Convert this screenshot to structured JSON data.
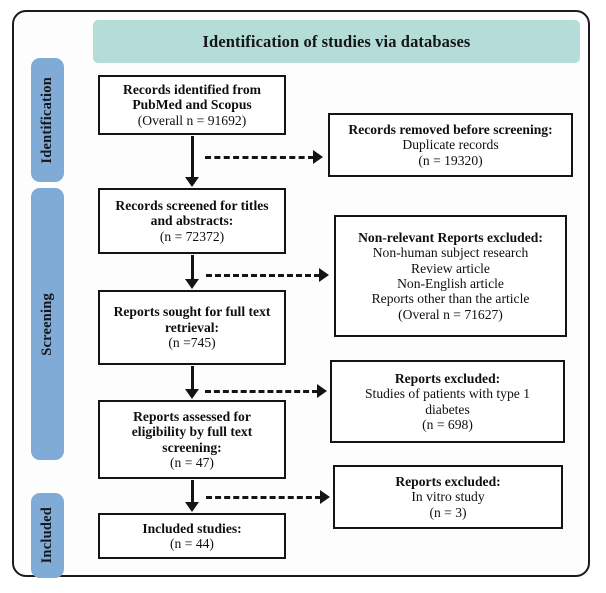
{
  "figure": {
    "type": "prisma-flow-diagram",
    "banner_title": "Identification of studies via databases",
    "colors": {
      "banner": "#b5ddd8",
      "stage_tab": "#7fabd6",
      "box_border": "#141418",
      "frame_border": "#1b1b1f",
      "text": "#0f0f13",
      "background": "#ffffff"
    }
  },
  "stages": [
    {
      "id": "identification",
      "label": "Identification"
    },
    {
      "id": "screening",
      "label": "Screening"
    },
    {
      "id": "included",
      "label": "Included"
    }
  ],
  "flow": {
    "left": [
      {
        "id": "records-identified",
        "lines": [
          {
            "text": "Records identified from",
            "bold": true
          },
          {
            "text": "PubMed and Scopus",
            "bold": true
          },
          {
            "text": "(Overall n = 91692)",
            "bold": false
          }
        ]
      },
      {
        "id": "records-screened",
        "lines": [
          {
            "text": "Records screened for titles",
            "bold": true
          },
          {
            "text": "and abstracts:",
            "bold": true
          },
          {
            "text": "(n = 72372)",
            "bold": false
          }
        ]
      },
      {
        "id": "reports-sought",
        "lines": [
          {
            "text": "Reports sought for full text",
            "bold": true
          },
          {
            "text": "retrieval:",
            "bold": true
          },
          {
            "text": "(n =745)",
            "bold": false
          }
        ]
      },
      {
        "id": "reports-assessed",
        "lines": [
          {
            "text": "Reports assessed for",
            "bold": true
          },
          {
            "text": "eligibility by full text",
            "bold": true
          },
          {
            "text": "screening:",
            "bold": true
          },
          {
            "text": "(n = 47)",
            "bold": false
          }
        ]
      },
      {
        "id": "included-studies",
        "lines": [
          {
            "text": "Included studies:",
            "bold": true
          },
          {
            "text": "(n = 44)",
            "bold": false
          }
        ]
      }
    ],
    "right": [
      {
        "id": "records-removed",
        "lines": [
          {
            "text": "Records removed before screening:",
            "bold": true
          },
          {
            "text": "Duplicate records",
            "bold": false
          },
          {
            "text": "(n = 19320)",
            "bold": false
          }
        ]
      },
      {
        "id": "non-relevant-excluded",
        "lines": [
          {
            "text": "Non-relevant Reports excluded:",
            "bold": true
          },
          {
            "text": "Non-human subject research",
            "bold": false
          },
          {
            "text": "Review article",
            "bold": false
          },
          {
            "text": "Non-English article",
            "bold": false
          },
          {
            "text": "Reports other than the article",
            "bold": false
          },
          {
            "text": "(Overal n = 71627)",
            "bold": false
          }
        ]
      },
      {
        "id": "type1-excluded",
        "lines": [
          {
            "text": "Reports excluded:",
            "bold": true
          },
          {
            "text": "Studies of patients with type 1",
            "bold": false
          },
          {
            "text": "diabetes",
            "bold": false
          },
          {
            "text": "(n = 698)",
            "bold": false
          }
        ]
      },
      {
        "id": "invitro-excluded",
        "lines": [
          {
            "text": "Reports excluded:",
            "bold": true
          },
          {
            "text": "In vitro study",
            "bold": false
          },
          {
            "text": "(n = 3)",
            "bold": false
          }
        ]
      }
    ],
    "connectors": [
      {
        "id": "down-arrow-1",
        "kind": "solid-down"
      },
      {
        "id": "down-arrow-2",
        "kind": "solid-down"
      },
      {
        "id": "down-arrow-3",
        "kind": "solid-down"
      },
      {
        "id": "down-arrow-4",
        "kind": "solid-down"
      },
      {
        "id": "dashed-arrow-1",
        "kind": "dashed-right"
      },
      {
        "id": "dashed-arrow-2",
        "kind": "dashed-right"
      },
      {
        "id": "dashed-arrow-3",
        "kind": "dashed-right"
      },
      {
        "id": "dashed-arrow-4",
        "kind": "dashed-right"
      }
    ]
  }
}
